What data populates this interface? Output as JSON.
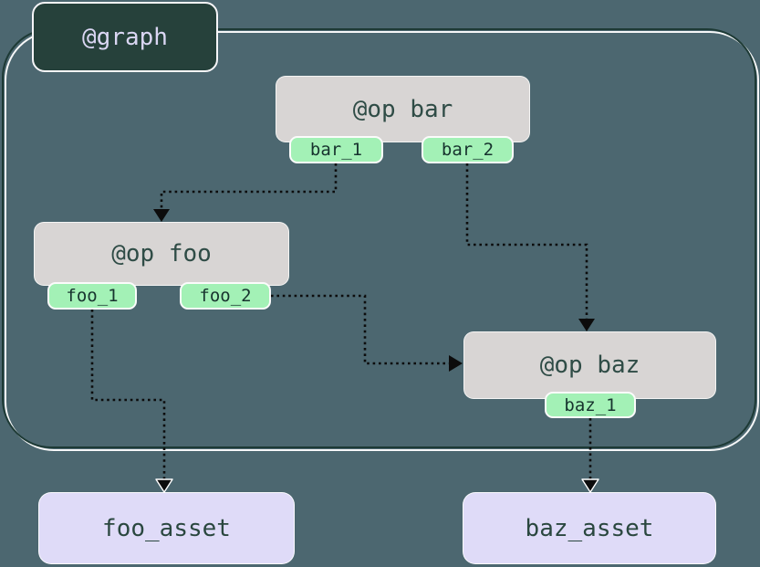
{
  "graph": {
    "label": "@graph"
  },
  "ops": [
    {
      "id": "bar",
      "label": "@op bar",
      "outputs": [
        "bar_1",
        "bar_2"
      ]
    },
    {
      "id": "foo",
      "label": "@op foo",
      "outputs": [
        "foo_1",
        "foo_2"
      ]
    },
    {
      "id": "baz",
      "label": "@op baz",
      "outputs": [
        "baz_1"
      ]
    }
  ],
  "assets": [
    {
      "id": "foo_asset",
      "label": "foo_asset"
    },
    {
      "id": "baz_asset",
      "label": "baz_asset"
    }
  ],
  "edges": [
    {
      "from": "bar.bar_1",
      "to": "foo"
    },
    {
      "from": "bar.bar_2",
      "to": "baz"
    },
    {
      "from": "foo.foo_2",
      "to": "baz"
    },
    {
      "from": "foo.foo_1",
      "to": "foo_asset"
    },
    {
      "from": "baz.baz_1",
      "to": "baz_asset"
    }
  ],
  "colors": {
    "background": "#4C6770",
    "graph_border": "#1D3A35",
    "graph_label_bg": "#26413B",
    "graph_label_text": "#DAD6F3",
    "op_bg": "#D8D5D4",
    "op_text": "#2F4C46",
    "output_pill_bg": "#A3F1B6",
    "output_pill_text": "#17332E",
    "asset_bg": "#DFDBF8",
    "asset_text": "#2A473F",
    "edge": "#0C0C0C"
  }
}
